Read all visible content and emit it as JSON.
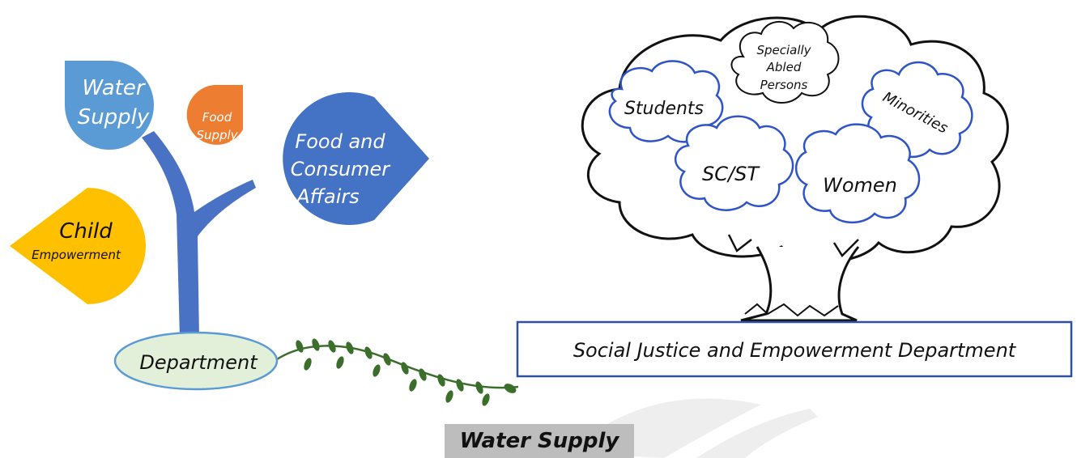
{
  "left_tree": {
    "leaves": {
      "water_supply": "Water Supply",
      "food_supply": "Food Supply",
      "food_consumer": "Food and Consumer Affairs",
      "child": "Child",
      "empowerment": "Empowerment"
    },
    "root_label": "Department",
    "colors": {
      "light_blue": "#5b9bd5",
      "orange": "#ed7d31",
      "dark_blue": "#4472c4",
      "yellow": "#ffc000",
      "root_fill": "#e2f0d9",
      "vine": "#3a6e2a"
    }
  },
  "right_tree": {
    "groups": {
      "specially_abled": "Specially Abled Persons",
      "students": "Students",
      "minorities": "Minorities",
      "scst": "SC/ST",
      "women": "Women"
    },
    "department_box": "Social Justice and Empowerment Department",
    "colors": {
      "cloud_outline": "#2e54c7",
      "box_border": "#2f4f9f"
    }
  },
  "caption": "Water Supply"
}
